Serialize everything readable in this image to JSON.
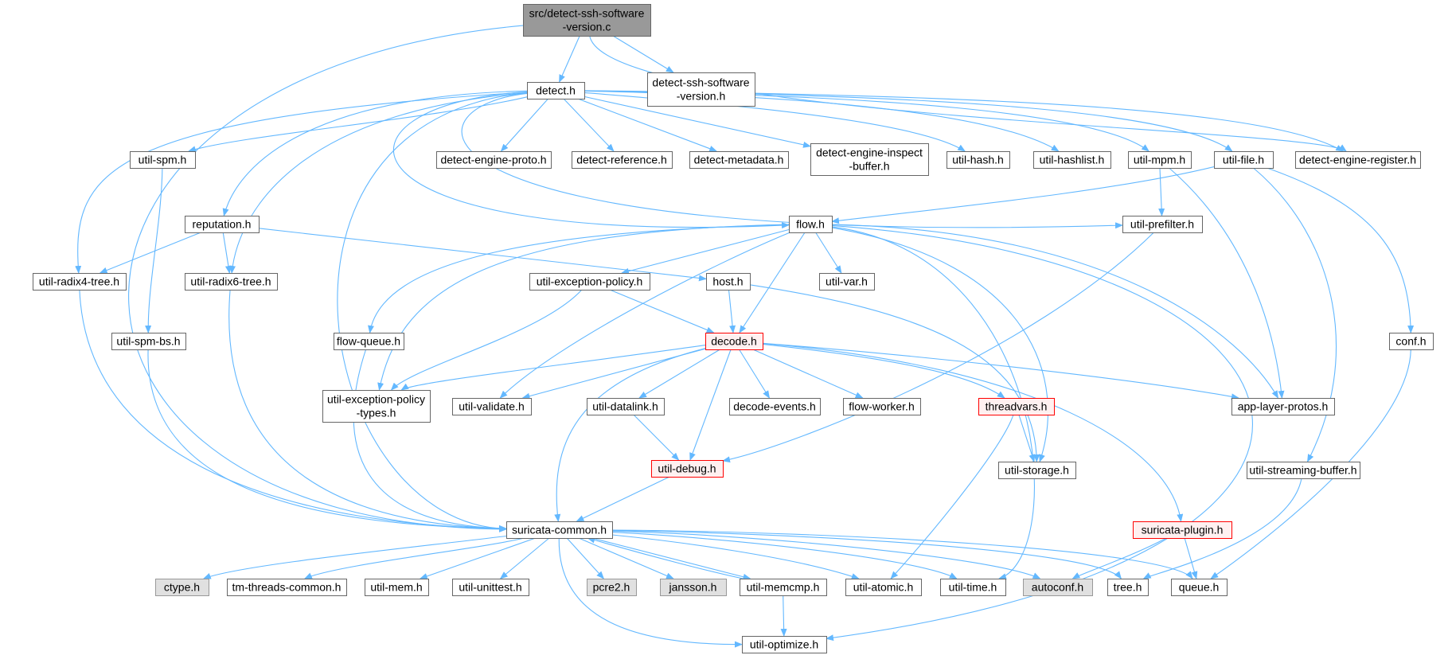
{
  "diagram": {
    "type": "include-dependency-graph",
    "colors": {
      "edge": "#63b8ff",
      "node_border": "#666666",
      "node_fill": "#ffffff",
      "root_fill": "#999999",
      "missing_fill": "#e0e0e0",
      "truncated_border": "#ff0000",
      "truncated_fill": "#fff0f0"
    },
    "nodes": [
      {
        "id": "root",
        "label_lines": [
          "src/detect-ssh-software",
          "-version.c"
        ],
        "kind": "root"
      },
      {
        "id": "detect_ssh_h",
        "label_lines": [
          "detect-ssh-software",
          "-version.h"
        ],
        "kind": "normal"
      },
      {
        "id": "detect_h",
        "label_lines": [
          "detect.h"
        ],
        "kind": "normal"
      },
      {
        "id": "util_spm",
        "label_lines": [
          "util-spm.h"
        ],
        "kind": "normal"
      },
      {
        "id": "de_proto",
        "label_lines": [
          "detect-engine-proto.h"
        ],
        "kind": "normal"
      },
      {
        "id": "d_ref",
        "label_lines": [
          "detect-reference.h"
        ],
        "kind": "normal"
      },
      {
        "id": "d_meta",
        "label_lines": [
          "detect-metadata.h"
        ],
        "kind": "normal"
      },
      {
        "id": "de_inspect",
        "label_lines": [
          "detect-engine-inspect",
          "-buffer.h"
        ],
        "kind": "normal"
      },
      {
        "id": "util_hash",
        "label_lines": [
          "util-hash.h"
        ],
        "kind": "normal"
      },
      {
        "id": "util_hashlist",
        "label_lines": [
          "util-hashlist.h"
        ],
        "kind": "normal"
      },
      {
        "id": "util_mpm",
        "label_lines": [
          "util-mpm.h"
        ],
        "kind": "normal"
      },
      {
        "id": "util_file",
        "label_lines": [
          "util-file.h"
        ],
        "kind": "normal"
      },
      {
        "id": "de_register",
        "label_lines": [
          "detect-engine-register.h"
        ],
        "kind": "normal"
      },
      {
        "id": "reputation",
        "label_lines": [
          "reputation.h"
        ],
        "kind": "normal"
      },
      {
        "id": "flow_h",
        "label_lines": [
          "flow.h"
        ],
        "kind": "normal"
      },
      {
        "id": "util_prefilter",
        "label_lines": [
          "util-prefilter.h"
        ],
        "kind": "normal"
      },
      {
        "id": "radix4",
        "label_lines": [
          "util-radix4-tree.h"
        ],
        "kind": "normal"
      },
      {
        "id": "radix6",
        "label_lines": [
          "util-radix6-tree.h"
        ],
        "kind": "normal"
      },
      {
        "id": "exc_policy",
        "label_lines": [
          "util-exception-policy.h"
        ],
        "kind": "normal"
      },
      {
        "id": "host_h",
        "label_lines": [
          "host.h"
        ],
        "kind": "normal"
      },
      {
        "id": "util_var",
        "label_lines": [
          "util-var.h"
        ],
        "kind": "normal"
      },
      {
        "id": "util_spm_bs",
        "label_lines": [
          "util-spm-bs.h"
        ],
        "kind": "normal"
      },
      {
        "id": "flow_queue",
        "label_lines": [
          "flow-queue.h"
        ],
        "kind": "normal"
      },
      {
        "id": "decode_h",
        "label_lines": [
          "decode.h"
        ],
        "kind": "truncated"
      },
      {
        "id": "conf_h",
        "label_lines": [
          "conf.h"
        ],
        "kind": "normal"
      },
      {
        "id": "exc_types",
        "label_lines": [
          "util-exception-policy",
          "-types.h"
        ],
        "kind": "normal"
      },
      {
        "id": "util_validate",
        "label_lines": [
          "util-validate.h"
        ],
        "kind": "normal"
      },
      {
        "id": "util_datalink",
        "label_lines": [
          "util-datalink.h"
        ],
        "kind": "normal"
      },
      {
        "id": "decode_events",
        "label_lines": [
          "decode-events.h"
        ],
        "kind": "normal"
      },
      {
        "id": "flow_worker",
        "label_lines": [
          "flow-worker.h"
        ],
        "kind": "normal"
      },
      {
        "id": "threadvars",
        "label_lines": [
          "threadvars.h"
        ],
        "kind": "truncated"
      },
      {
        "id": "app_layer",
        "label_lines": [
          "app-layer-protos.h"
        ],
        "kind": "normal"
      },
      {
        "id": "util_debug",
        "label_lines": [
          "util-debug.h"
        ],
        "kind": "truncated"
      },
      {
        "id": "util_storage",
        "label_lines": [
          "util-storage.h"
        ],
        "kind": "normal"
      },
      {
        "id": "util_streaming",
        "label_lines": [
          "util-streaming-buffer.h"
        ],
        "kind": "normal"
      },
      {
        "id": "suricata_common",
        "label_lines": [
          "suricata-common.h"
        ],
        "kind": "normal"
      },
      {
        "id": "suricata_plugin",
        "label_lines": [
          "suricata-plugin.h"
        ],
        "kind": "truncated"
      },
      {
        "id": "ctype",
        "label_lines": [
          "ctype.h"
        ],
        "kind": "missing"
      },
      {
        "id": "tm_threads",
        "label_lines": [
          "tm-threads-common.h"
        ],
        "kind": "normal"
      },
      {
        "id": "util_mem",
        "label_lines": [
          "util-mem.h"
        ],
        "kind": "normal"
      },
      {
        "id": "util_unittest",
        "label_lines": [
          "util-unittest.h"
        ],
        "kind": "normal"
      },
      {
        "id": "pcre2",
        "label_lines": [
          "pcre2.h"
        ],
        "kind": "missing"
      },
      {
        "id": "jansson",
        "label_lines": [
          "jansson.h"
        ],
        "kind": "missing"
      },
      {
        "id": "util_memcmp",
        "label_lines": [
          "util-memcmp.h"
        ],
        "kind": "normal"
      },
      {
        "id": "util_atomic",
        "label_lines": [
          "util-atomic.h"
        ],
        "kind": "normal"
      },
      {
        "id": "util_time",
        "label_lines": [
          "util-time.h"
        ],
        "kind": "normal"
      },
      {
        "id": "autoconf",
        "label_lines": [
          "autoconf.h"
        ],
        "kind": "missing"
      },
      {
        "id": "tree_h",
        "label_lines": [
          "tree.h"
        ],
        "kind": "normal"
      },
      {
        "id": "queue_h",
        "label_lines": [
          "queue.h"
        ],
        "kind": "normal"
      },
      {
        "id": "util_optimize",
        "label_lines": [
          "util-optimize.h"
        ],
        "kind": "normal"
      }
    ],
    "edges": [
      [
        "root",
        "detect_h"
      ],
      [
        "root",
        "detect_ssh_h"
      ],
      [
        "root",
        "suricata_common"
      ],
      [
        "root",
        "de_register"
      ],
      [
        "detect_h",
        "util_spm"
      ],
      [
        "detect_h",
        "de_proto"
      ],
      [
        "detect_h",
        "d_ref"
      ],
      [
        "detect_h",
        "d_meta"
      ],
      [
        "detect_h",
        "de_inspect"
      ],
      [
        "detect_h",
        "util_hash"
      ],
      [
        "detect_h",
        "util_hashlist"
      ],
      [
        "detect_h",
        "util_mpm"
      ],
      [
        "detect_h",
        "util_file"
      ],
      [
        "detect_h",
        "de_register"
      ],
      [
        "detect_h",
        "reputation"
      ],
      [
        "detect_h",
        "flow_h"
      ],
      [
        "detect_h",
        "util_prefilter"
      ],
      [
        "detect_h",
        "radix4"
      ],
      [
        "detect_h",
        "radix6"
      ],
      [
        "detect_h",
        "suricata_common"
      ],
      [
        "util_spm",
        "util_spm_bs"
      ],
      [
        "util_spm_bs",
        "suricata_common"
      ],
      [
        "reputation",
        "radix4"
      ],
      [
        "reputation",
        "radix6"
      ],
      [
        "reputation",
        "host_h"
      ],
      [
        "radix4",
        "suricata_common"
      ],
      [
        "radix6",
        "suricata_common"
      ],
      [
        "util_mpm",
        "util_prefilter"
      ],
      [
        "util_mpm",
        "app_layer"
      ],
      [
        "util_file",
        "flow_h"
      ],
      [
        "util_file",
        "conf_h"
      ],
      [
        "util_file",
        "util_streaming"
      ],
      [
        "util_prefilter",
        "util_debug"
      ],
      [
        "flow_h",
        "flow_queue"
      ],
      [
        "flow_h",
        "exc_policy"
      ],
      [
        "flow_h",
        "exc_types"
      ],
      [
        "flow_h",
        "util_validate"
      ],
      [
        "flow_h",
        "decode_h"
      ],
      [
        "flow_h",
        "util_var"
      ],
      [
        "flow_h",
        "util_storage"
      ],
      [
        "flow_h",
        "app_layer"
      ],
      [
        "flow_h",
        "util_time"
      ],
      [
        "flow_h",
        "util_optimize"
      ],
      [
        "exc_policy",
        "exc_types"
      ],
      [
        "exc_policy",
        "decode_h"
      ],
      [
        "host_h",
        "decode_h"
      ],
      [
        "host_h",
        "util_storage"
      ],
      [
        "flow_queue",
        "suricata_common"
      ],
      [
        "decode_h",
        "exc_types"
      ],
      [
        "decode_h",
        "util_validate"
      ],
      [
        "decode_h",
        "util_datalink"
      ],
      [
        "decode_h",
        "decode_events"
      ],
      [
        "decode_h",
        "flow_worker"
      ],
      [
        "decode_h",
        "threadvars"
      ],
      [
        "decode_h",
        "app_layer"
      ],
      [
        "decode_h",
        "util_debug"
      ],
      [
        "decode_h",
        "suricata_common"
      ],
      [
        "decode_h",
        "suricata_plugin"
      ],
      [
        "util_datalink",
        "util_debug"
      ],
      [
        "threadvars",
        "util_storage"
      ],
      [
        "threadvars",
        "util_atomic"
      ],
      [
        "util_debug",
        "suricata_common"
      ],
      [
        "conf_h",
        "queue_h"
      ],
      [
        "util_streaming",
        "tree_h"
      ],
      [
        "suricata_plugin",
        "autoconf"
      ],
      [
        "suricata_plugin",
        "queue_h"
      ],
      [
        "suricata_common",
        "ctype"
      ],
      [
        "suricata_common",
        "tm_threads"
      ],
      [
        "suricata_common",
        "util_mem"
      ],
      [
        "suricata_common",
        "util_unittest"
      ],
      [
        "suricata_common",
        "pcre2"
      ],
      [
        "suricata_common",
        "jansson"
      ],
      [
        "suricata_common",
        "util_memcmp"
      ],
      [
        "suricata_common",
        "util_atomic"
      ],
      [
        "suricata_common",
        "util_time"
      ],
      [
        "suricata_common",
        "autoconf"
      ],
      [
        "suricata_common",
        "tree_h"
      ],
      [
        "suricata_common",
        "queue_h"
      ],
      [
        "suricata_common",
        "util_optimize"
      ],
      [
        "util_memcmp",
        "suricata_common"
      ],
      [
        "util_memcmp",
        "util_optimize"
      ]
    ]
  }
}
